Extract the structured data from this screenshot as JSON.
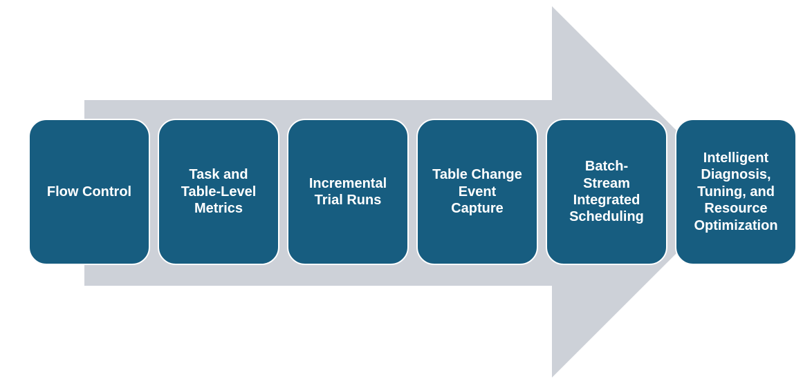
{
  "colors": {
    "box_fill": "#175d80",
    "box_border": "#ffffff",
    "box_text": "#ffffff",
    "arrow_fill": "#cdd1d8",
    "background": "#ffffff"
  },
  "diagram": {
    "type": "process-arrow",
    "direction": "right",
    "steps": [
      {
        "label": "Flow Control"
      },
      {
        "label": "Task and\nTable-Level\nMetrics"
      },
      {
        "label": "Incremental\nTrial Runs"
      },
      {
        "label": "Table Change\nEvent\nCapture"
      },
      {
        "label": "Batch-\nStream\nIntegrated\nScheduling"
      },
      {
        "label": "Intelligent\nDiagnosis,\nTuning, and\nResource\nOptimization"
      }
    ]
  }
}
